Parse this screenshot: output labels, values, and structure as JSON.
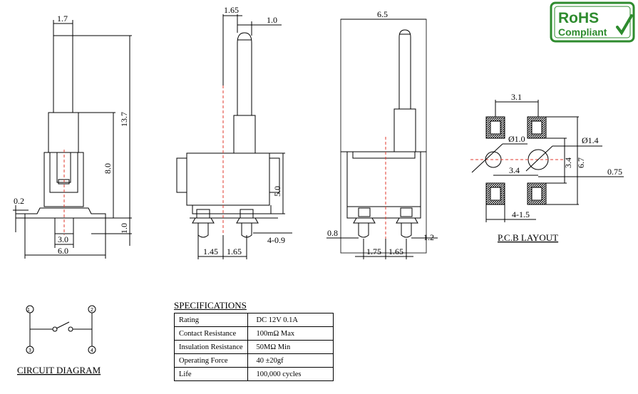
{
  "colors": {
    "line": "#000000",
    "centerline": "#e03a2c",
    "rohs_green": "#2e8b2e"
  },
  "badge": {
    "line1": "RoHS",
    "line2": "Compliant",
    "icon": "checkmark-icon"
  },
  "side_view": {
    "d_width_top": "1.7",
    "d_height_total": "13.7",
    "d_height_body": "8.0",
    "d_thickness": "0.2",
    "d_pin_pitch": "3.0",
    "d_width_base": "6.0",
    "d_base_height": "1.0"
  },
  "front_view": {
    "d_lever_offset": "1.65",
    "d_lever_width": "1.0",
    "d_body_height": "5.0",
    "d_pin_count_dia": "4-0.9",
    "d_pitch_left": "1.45",
    "d_pitch_right": "1.65"
  },
  "back_view": {
    "d_width_total": "6.5",
    "d_pin_left": "0.8",
    "d_pin_right": "1.2",
    "d_pitch_left": "1.75",
    "d_pitch_right": "1.65"
  },
  "pcb_layout": {
    "title": "P.C.B LAYOUT",
    "d_pad_spacing": "3.1",
    "d_hole_small": "Ø1.0",
    "d_hole_large": "Ø1.4",
    "d_hole_spacing": "3.4",
    "d_row_spacing": "3.4",
    "d_overall": "6.7",
    "d_offset": "0.75",
    "d_pad_count_size": "4-1.5"
  },
  "circuit": {
    "title": "CIRCUIT DIAGRAM",
    "pins": [
      "1",
      "2",
      "3",
      "4"
    ]
  },
  "specifications": {
    "title": "SPECIFICATIONS",
    "rows": [
      {
        "label": "Rating",
        "value": "DC 12V 0.1A"
      },
      {
        "label": "Contact Resistance",
        "value": "100mΩ Max"
      },
      {
        "label": "Insulation Resistance",
        "value": "50MΩ Min"
      },
      {
        "label": "Operating Force",
        "value": "40 ±20gf"
      },
      {
        "label": "Life",
        "value": "100,000 cycles"
      }
    ]
  }
}
